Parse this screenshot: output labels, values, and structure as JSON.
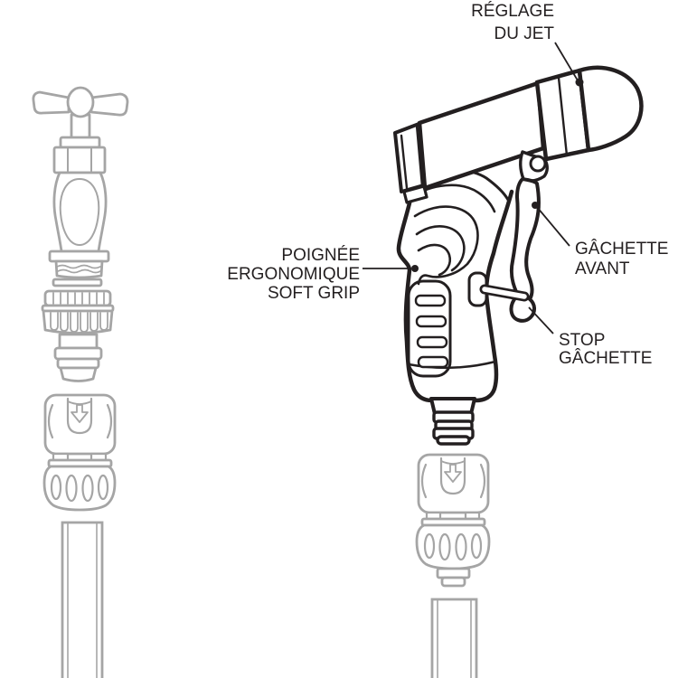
{
  "diagram": {
    "labels": {
      "jet_adjustment": {
        "line1": "RÉGLAGE",
        "line2": "DU JET"
      },
      "soft_grip": {
        "line1": "POIGNÉE",
        "line2": "ERGONOMIQUE",
        "line3": "SOFT GRIP"
      },
      "front_trigger": {
        "line1": "GÂCHETTE",
        "line2": "AVANT"
      },
      "trigger_stop": {
        "line1": "STOP",
        "line2": "GÂCHETTE"
      }
    },
    "icons": {
      "coupling_arrow": "down-arrow"
    },
    "colors": {
      "line_dark": "#231f20",
      "line_gray": "#a5a5a5",
      "background": "#ffffff"
    }
  }
}
